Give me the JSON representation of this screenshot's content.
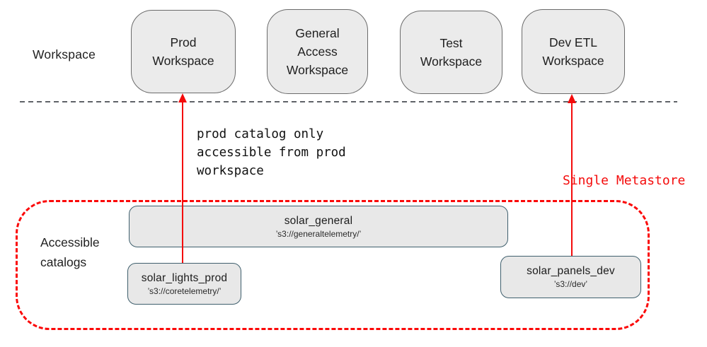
{
  "diagram": {
    "workspace_row_label": "Workspace",
    "workspaces": [
      {
        "label": "Prod\nWorkspace"
      },
      {
        "label": "General\nAccess\nWorkspace"
      },
      {
        "label": "Test\nWorkspace"
      },
      {
        "label": "Dev ETL\nWorkspace"
      }
    ],
    "annotation": "prod catalog only\naccessible from prod\nworkspace",
    "metastore_label": "Single Metastore",
    "catalogs_row_label": "Accessible\ncatalogs",
    "catalogs": [
      {
        "name": "solar_general",
        "location": "’s3://generaltelemetry/’"
      },
      {
        "name": "solar_lights_prod",
        "location": "’s3://coretelemetry/’"
      },
      {
        "name": "solar_panels_dev",
        "location": "’s3://dev’"
      }
    ],
    "colors": {
      "arrow_red": "#f40b0b",
      "metastore_border_red": "#fb0808",
      "workspace_box_fill": "#ebebeb",
      "workspace_box_border": "#6b6b6b",
      "catalog_box_fill": "#e8e8e8",
      "catalog_box_border": "#3f5f6d",
      "divider_gray": "#5f6368"
    }
  }
}
